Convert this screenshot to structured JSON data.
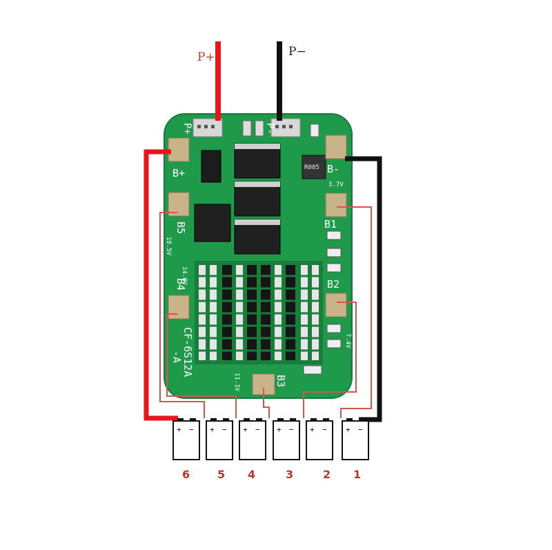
{
  "labels": {
    "p_plus": "P+",
    "p_minus": "P−",
    "silk_p_plus": "P+",
    "silk_p_minus": "P-",
    "b_plus": "B+",
    "b_minus": "B-",
    "b5": "B5",
    "b4": "B4",
    "b3": "B3",
    "b2": "B2",
    "b1": "B1",
    "volt_b5": "18.5V",
    "volt_b4": "14.8V",
    "volt_b3": "11.1V",
    "volt_b2": "7.4V",
    "volt_b1": "3.7V",
    "model_line1": "CF-6S12A",
    "model_line2": "-A",
    "resistor_code": "R005"
  },
  "cells": [
    {
      "number": "6",
      "plus": "+",
      "minus": "−"
    },
    {
      "number": "5",
      "plus": "+",
      "minus": "−"
    },
    {
      "number": "4",
      "plus": "+",
      "minus": "−"
    },
    {
      "number": "3",
      "plus": "+",
      "minus": "−"
    },
    {
      "number": "2",
      "plus": "+",
      "minus": "−"
    },
    {
      "number": "1",
      "plus": "+",
      "minus": "−"
    }
  ],
  "colors": {
    "positive_wire": "#e8161c",
    "negative_wire": "#111111",
    "balance_wire": "#d9534f",
    "pcb": "#1f9a4a",
    "number_text": "#b03a2e"
  }
}
